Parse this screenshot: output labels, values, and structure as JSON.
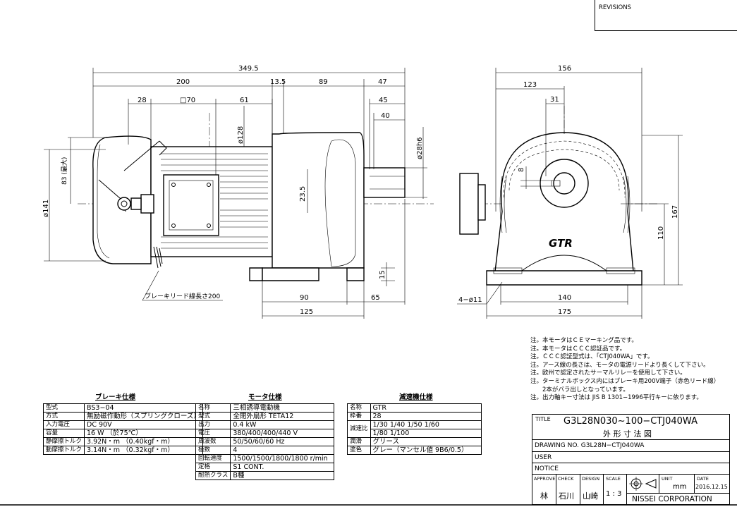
{
  "revisions": {
    "label": "REVISIONS"
  },
  "dims_side": {
    "overall": "349.5",
    "motor_len": "200",
    "gap": "13.5",
    "gear_len": "89",
    "shaft_len": "47",
    "shaft_45": "45",
    "shaft_40": "40",
    "d28": "28",
    "box": "□70",
    "d61": "61",
    "dia128": "ø128",
    "dia28h6": "ø28h6",
    "dia141": "ø141",
    "h83": "83 (最大)",
    "d23_5": "23.5",
    "d15": "15",
    "base90": "90",
    "base125": "125",
    "base65": "65",
    "brake_lead": "ブレーキリード線長さ200"
  },
  "dims_front": {
    "w156": "156",
    "w123": "123",
    "w31": "31",
    "d8": "8",
    "h167": "167",
    "h110": "110",
    "holes": "4−ø11",
    "w140": "140",
    "w175": "175",
    "logo": "GTR"
  },
  "brake_spec": {
    "title": "ブレーキ仕様",
    "rows": [
      [
        "型式",
        "BS3−04"
      ],
      [
        "方式",
        "無励磁作動形（スプリングクローズ）"
      ],
      [
        "入力電圧",
        "DC 90V"
      ],
      [
        "容量",
        "16 W （於75℃）"
      ],
      [
        "静摩擦トルク",
        "3.92N・m （0.40kgf・m）"
      ],
      [
        "動摩擦トルク",
        "3.14N・m （0.32kgf・m）"
      ]
    ]
  },
  "motor_spec": {
    "title": "モータ仕様",
    "rows": [
      [
        "名称",
        "三相誘導電動機"
      ],
      [
        "型式",
        "全閉外扇形  TETA12"
      ],
      [
        "出力",
        "0.4 kW"
      ],
      [
        "電圧",
        "380/400/400/440 V"
      ],
      [
        "周波数",
        "50/50/60/60 Hz"
      ],
      [
        "極数",
        "4"
      ],
      [
        "回転速度",
        "1500/1500/1800/1800 r/min"
      ],
      [
        "定格",
        "S1 CONT."
      ],
      [
        "耐熱クラス",
        "B種"
      ]
    ]
  },
  "reducer_spec": {
    "title": "減速機仕様",
    "name_k": "名称",
    "name_v": "GTR",
    "frame_k": "枠番",
    "frame_v": "28",
    "ratio_k": "減速比",
    "ratio_v1": "1/30 1/40 1/50 1/60",
    "ratio_v2": "1/80 1/100",
    "lube_k": "潤滑",
    "lube_v": "グリース",
    "paint_k": "塗色",
    "paint_v": "グレー（マンセル値 9B6/0.5）"
  },
  "notes": [
    "注。本モータはＣＥマーキング品です。",
    "注。本モータはＣＣＣ認証品です。",
    "注。ＣＣＣ認証型式は、「CTJ040WA」です。",
    "注。アース線の長さは、モータの電源リードより長くして下さい。",
    "注。欧州で認定されたサーマルリレーを使用して下さい。",
    "注。ターミナルボックス内にはブレーキ用200V端子（赤色リード線）",
    "　　2本がバラ出しとなっています。",
    "注。出力軸キー寸法は JIS B 1301−1996平行キーに依ります。"
  ],
  "title_block": {
    "title_label": "TITLE",
    "title_main": "G3L28N030∼100−CTJ040WA",
    "title_sub": "外 形 寸 法 図",
    "drawing_no": "DRAWING  NO. G3L28N−CTJ040WA",
    "user": "USER",
    "notice": "NOTICE",
    "approve": "APPROVE",
    "check": "CHECK",
    "design": "DESIGN",
    "scale": "SCALE",
    "unit_label": "UNIT",
    "date_label": "DATE",
    "approve_name": "林",
    "check_name": "石川",
    "design_name": "山崎",
    "scale_value": "1 : 3",
    "unit_value": "mm",
    "date_value": "2016.12.15",
    "company": "NISSEI  CORPORATION"
  }
}
